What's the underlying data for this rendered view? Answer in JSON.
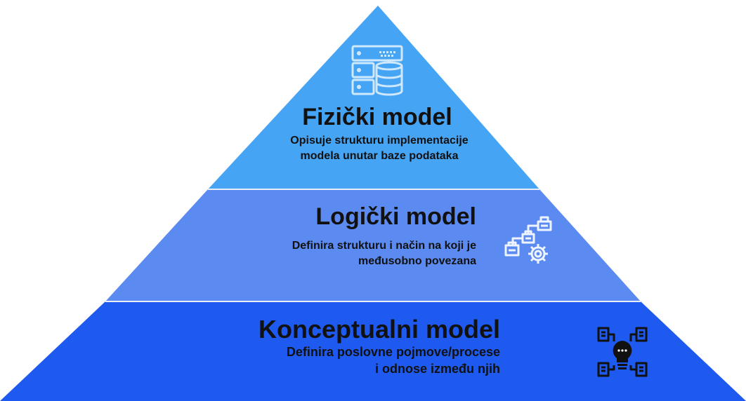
{
  "colors": {
    "top_tier": "#46a4f5",
    "middle_tier": "#5b8af0",
    "bottom_tier": "#1f5af0",
    "divider": "#e8eef8",
    "text": "#111111",
    "icon_light": "#cfe8fb",
    "icon_dark": "#1b3a5c"
  },
  "tiers": {
    "top": {
      "title": "Fizički model",
      "description_lines": [
        "Opisuje strukturu implementacije",
        "modela unutar baze podataka"
      ],
      "icon": "database-server-icon"
    },
    "middle": {
      "title": "Logički model",
      "description_lines": [
        "Definira strukturu i način na koji je",
        "međusobno povezana"
      ],
      "icon": "flow-gear-icon"
    },
    "bottom": {
      "title": "Konceptualni model",
      "description_lines": [
        "Definira poslovne pojmove/procese",
        "i odnose između njih"
      ],
      "icon": "lightbulb-network-icon"
    }
  }
}
